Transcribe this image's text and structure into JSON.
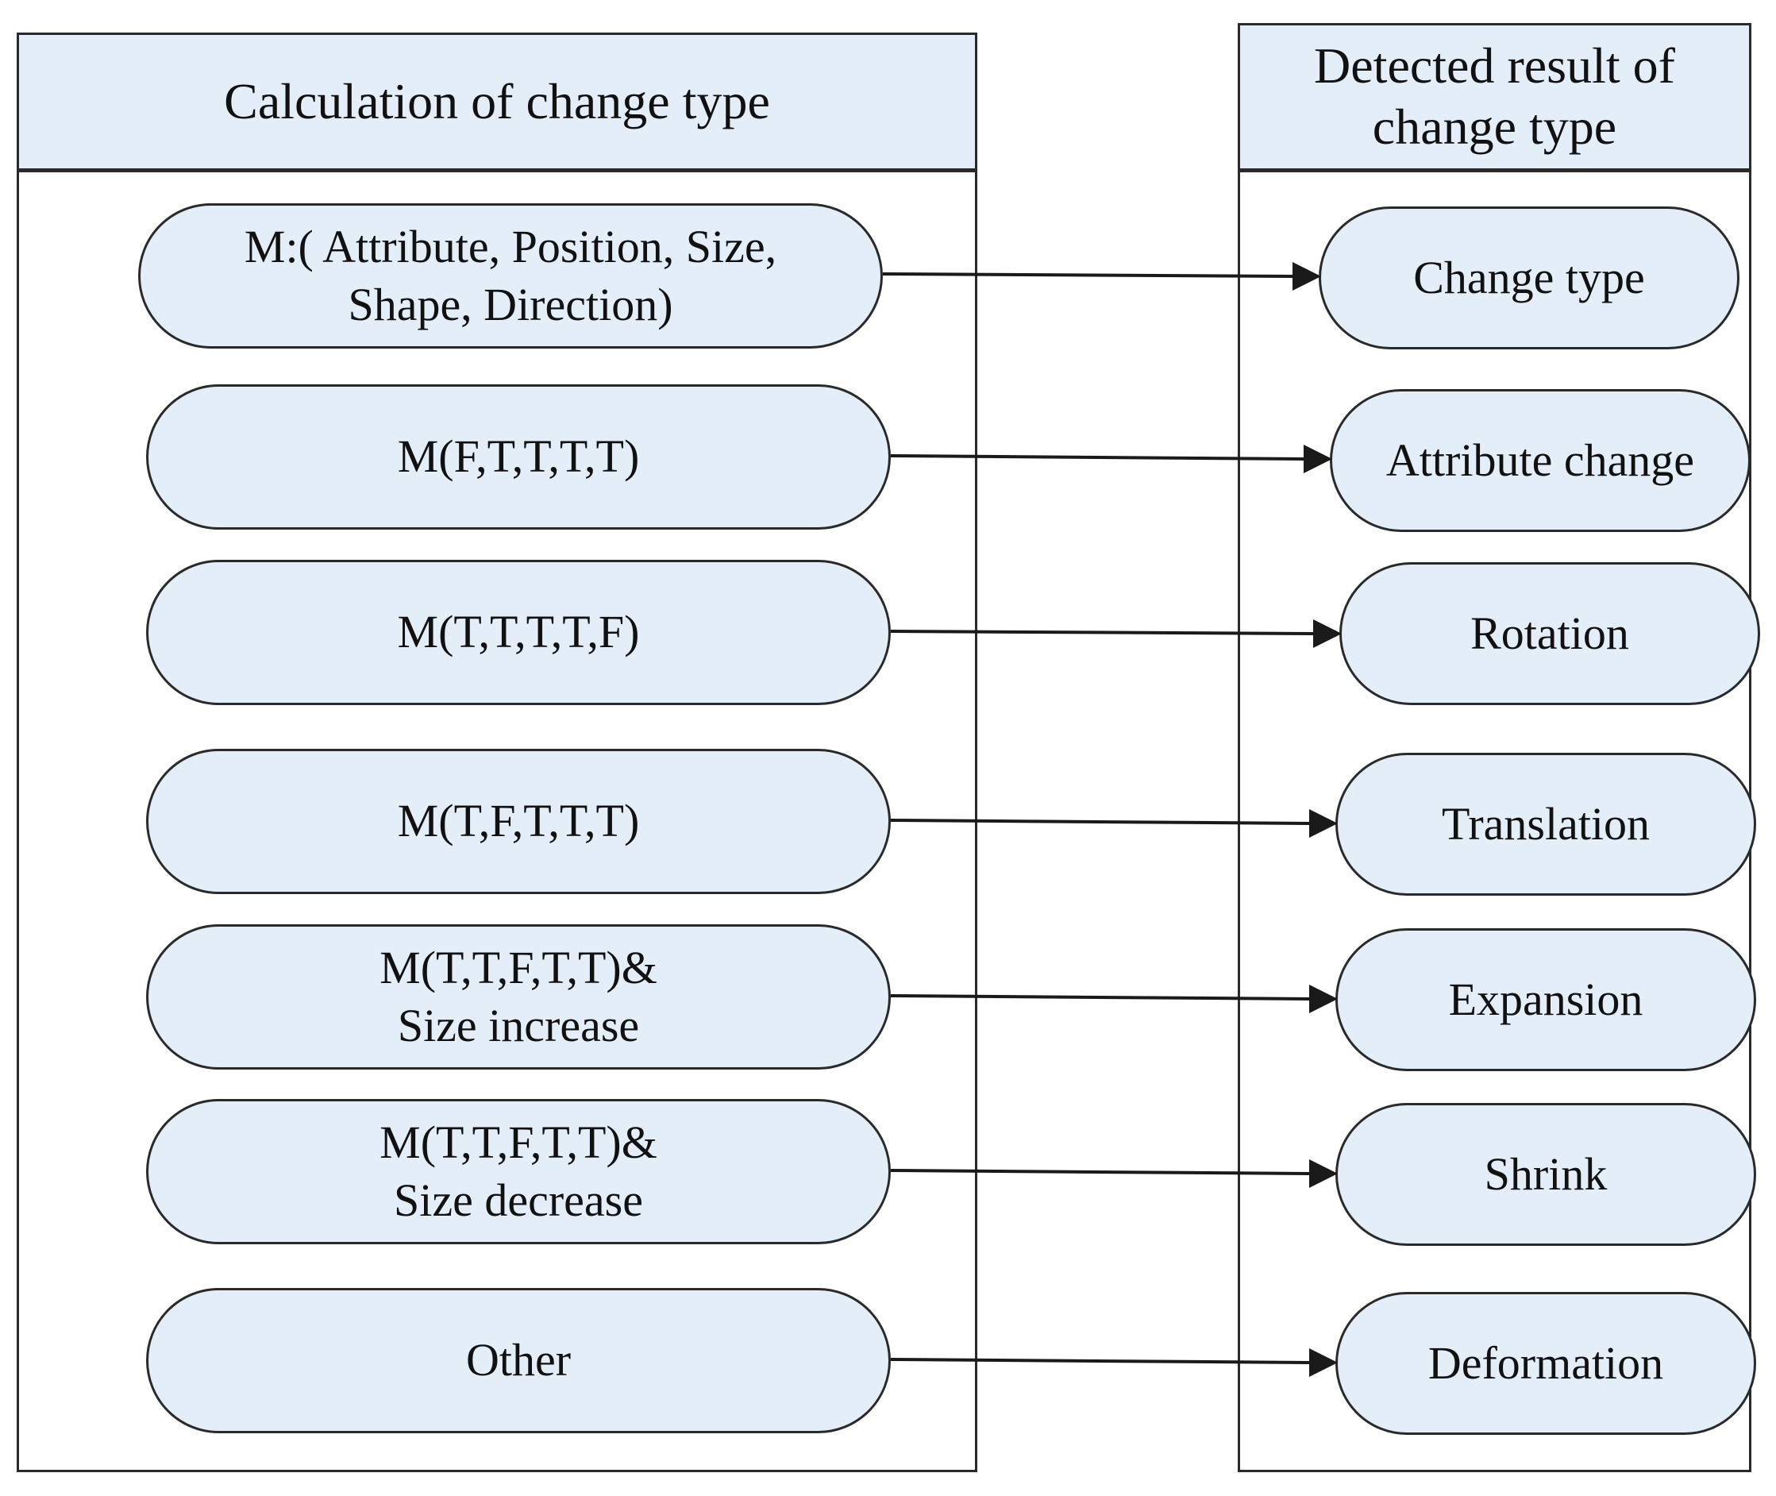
{
  "left_panel": {
    "title": "Calculation of  change type",
    "conditions": [
      {
        "label": "M:( Attribute,  Position, Size,\nShape, Direction)"
      },
      {
        "label": "M(F,T,T,T,T)"
      },
      {
        "label": "M(T,T,T,T,F)"
      },
      {
        "label": "M(T,F,T,T,T)"
      },
      {
        "label": "M(T,T,F,T,T)&\nSize increase"
      },
      {
        "label": "M(T,T,F,T,T)&\nSize decrease"
      },
      {
        "label": "Other"
      }
    ]
  },
  "right_panel": {
    "title": "Detected result of\nchange type",
    "results": [
      {
        "label": "Change type"
      },
      {
        "label": "Attribute change"
      },
      {
        "label": "Rotation"
      },
      {
        "label": "Translation"
      },
      {
        "label": "Expansion"
      },
      {
        "label": "Shrink"
      },
      {
        "label": "Deformation"
      }
    ]
  },
  "colors": {
    "box_fill": "#e4eef9",
    "stroke": "#2a2a2a"
  }
}
